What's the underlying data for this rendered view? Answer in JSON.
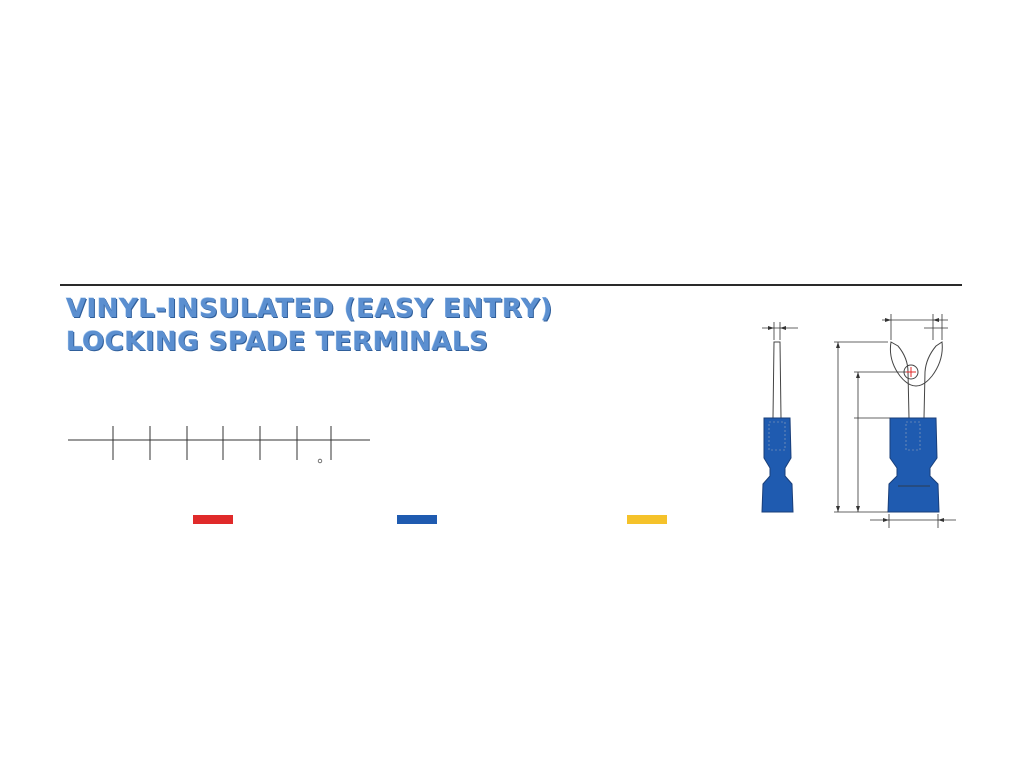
{
  "header": {
    "title_line_1": "VINYL-INSULATED (EASY ENTRY)",
    "title_line_2": "LOCKING SPADE TERMINALS"
  },
  "color_codes": [
    {
      "name": "red",
      "hex": "#e02a2a"
    },
    {
      "name": "blue",
      "hex": "#1f5bb0"
    },
    {
      "name": "yellow",
      "hex": "#f5c22a"
    }
  ],
  "colors": {
    "title": "#5b8fd0",
    "insulation": "#1f5bb0",
    "rule": "#2a2a2a",
    "center_mark": "#e02a2a"
  }
}
